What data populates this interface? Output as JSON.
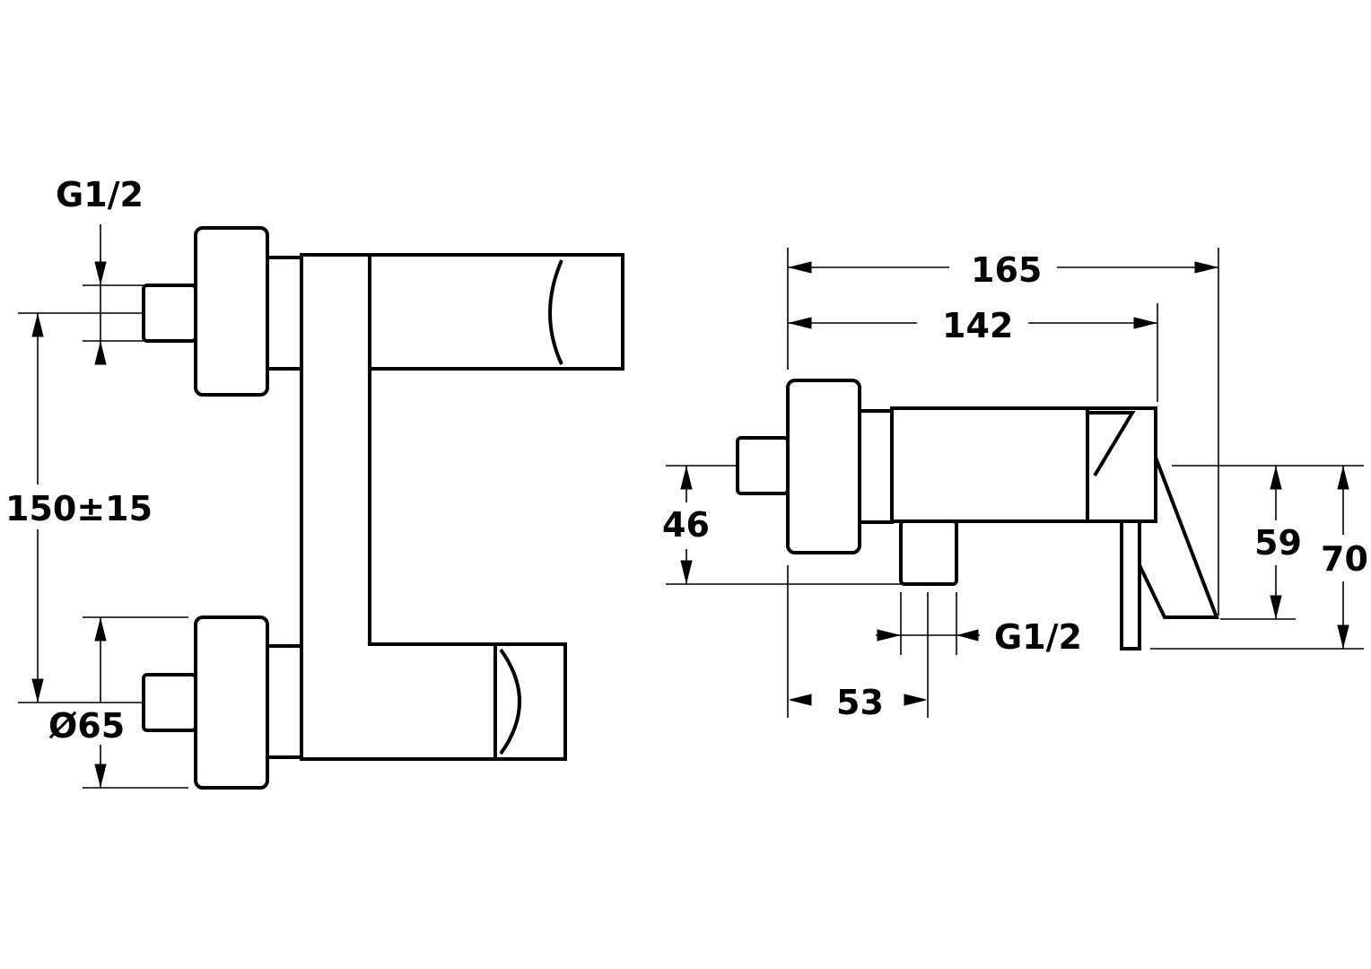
{
  "diagram": {
    "front_view": {
      "thread_top": "G1/2",
      "center_distance": "150±15",
      "diameter": "Ø65"
    },
    "side_view": {
      "overall_depth": "165",
      "body_depth": "142",
      "inlet_height": "46",
      "outlet_thread": "G1/2",
      "outlet_offset": "53",
      "lever_height": "59",
      "total_height": "70"
    }
  }
}
